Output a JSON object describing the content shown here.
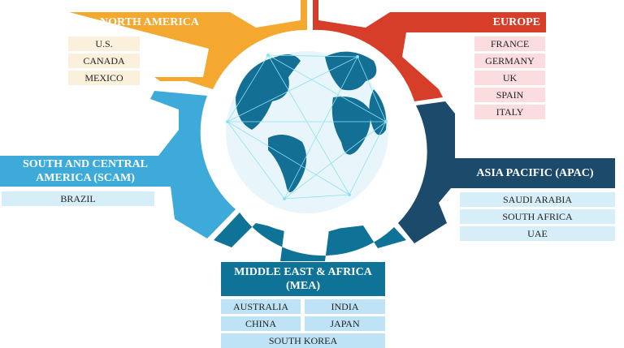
{
  "colors": {
    "north_america": "#f4a830",
    "europe": "#d63e2a",
    "asia_pacific": "#1b4a6b",
    "middle_east_africa": "#0f7398",
    "south_central_america": "#3daad9",
    "globe": "#136f94",
    "network": "#8ee0f2"
  },
  "regions": {
    "north_america": {
      "title": "NORTH AMERICA",
      "countries": [
        "U.S.",
        "CANADA",
        "MEXICO"
      ]
    },
    "europe": {
      "title": "EUROPE",
      "countries": [
        "FRANCE",
        "GERMANY",
        "UK",
        "SPAIN",
        "ITALY"
      ]
    },
    "south_central_america": {
      "title": "SOUTH AND CENTRAL AMERICA (SCAM)",
      "countries": [
        "BRAZIL"
      ]
    },
    "asia_pacific": {
      "title": "ASIA PACIFIC (APAC)",
      "countries": [
        "SAUDI ARABIA",
        "SOUTH AFRICA",
        "UAE"
      ]
    },
    "middle_east_africa": {
      "title": "MIDDLE EAST & AFRICA (MEA)",
      "countries": [
        "AUSTRALIA",
        "INDIA",
        "CHINA",
        "JAPAN",
        "SOUTH KOREA"
      ]
    }
  }
}
